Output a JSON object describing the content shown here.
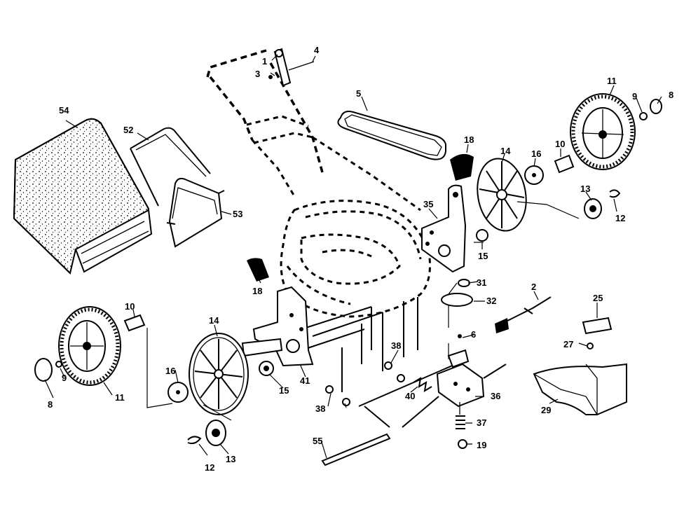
{
  "labels": {
    "c1": "1",
    "c2": "2",
    "c3": "3",
    "c4": "4",
    "c5": "5",
    "c6": "6",
    "c8a": "8",
    "c8b": "8",
    "c9a": "9",
    "c9b": "9",
    "c10a": "10",
    "c10b": "10",
    "c11a": "11",
    "c11b": "11",
    "c12a": "12",
    "c12b": "12",
    "c13a": "13",
    "c13b": "13",
    "c14a": "14",
    "c14b": "14",
    "c15a": "15",
    "c15b": "15",
    "c16a": "16",
    "c16b": "16",
    "c18a": "18",
    "c18b": "18",
    "c19": "19",
    "c25": "25",
    "c27": "27",
    "c29": "29",
    "c31": "31",
    "c32": "32",
    "c35": "35",
    "c36": "36",
    "c37": "37",
    "c38a": "38",
    "c38b": "38",
    "c40": "40",
    "c41": "41",
    "c52": "52",
    "c53": "53",
    "c54": "54",
    "c55": "55"
  }
}
